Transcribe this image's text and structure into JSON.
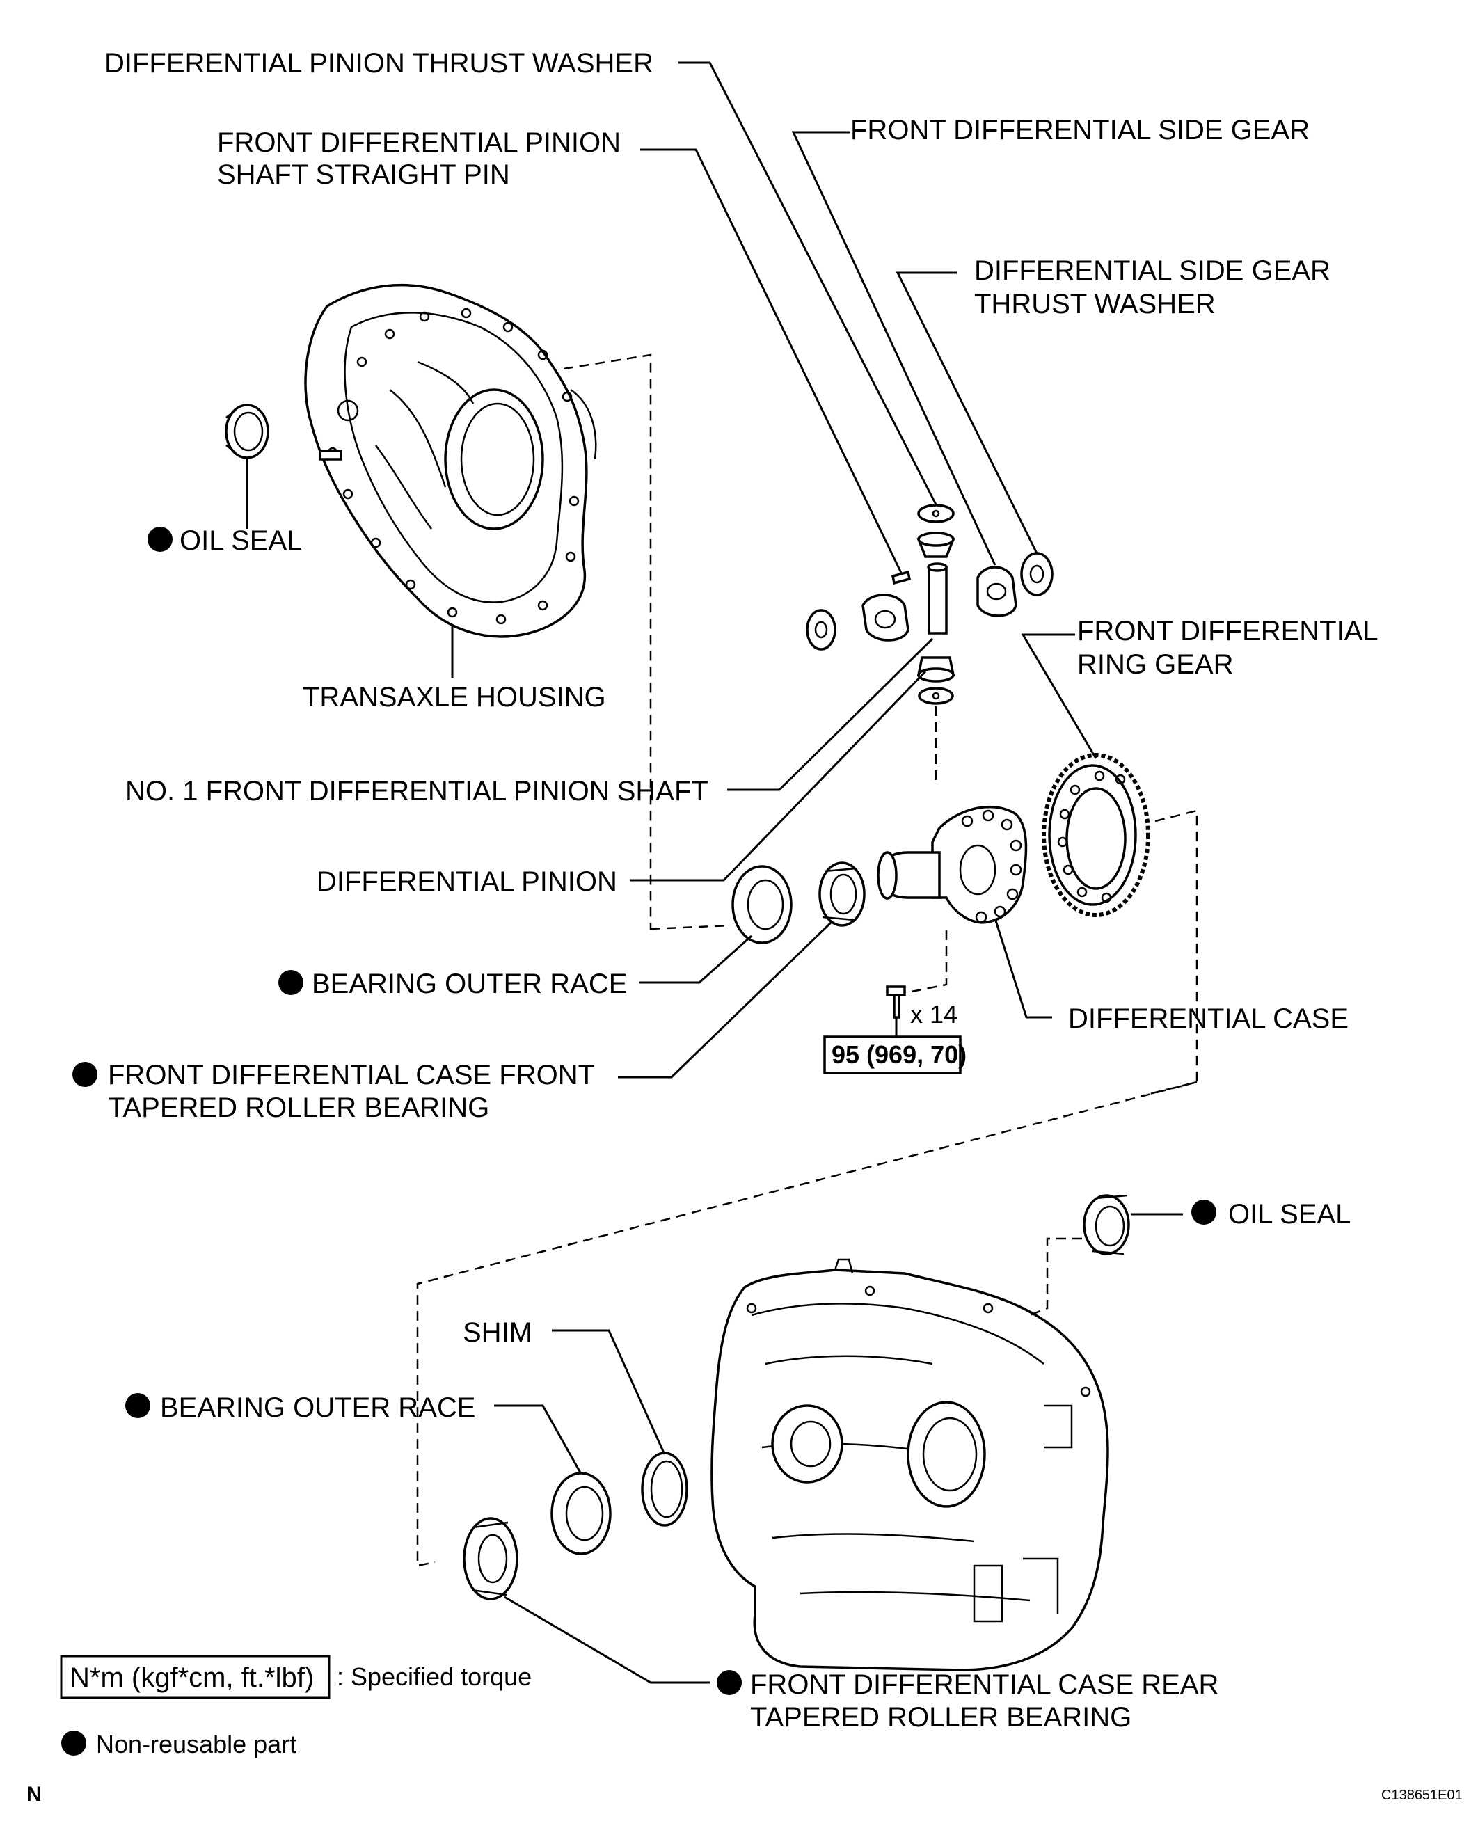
{
  "labels": {
    "pinion_thrust_washer": "DIFFERENTIAL PINION THRUST WASHER",
    "straight_pin_1": "FRONT DIFFERENTIAL PINION",
    "straight_pin_2": "SHAFT STRAIGHT PIN",
    "side_gear": "FRONT DIFFERENTIAL SIDE GEAR",
    "side_gear_thrust_washer_1": "DIFFERENTIAL SIDE GEAR",
    "side_gear_thrust_washer_2": "THRUST WASHER",
    "oil_seal_upper": "OIL SEAL",
    "transaxle_housing": "TRANSAXLE HOUSING",
    "ring_gear_1": "FRONT DIFFERENTIAL",
    "ring_gear_2": "RING GEAR",
    "pinion_shaft": "NO. 1 FRONT DIFFERENTIAL PINION SHAFT",
    "differential_pinion": "DIFFERENTIAL PINION",
    "bearing_outer_race_upper": "BEARING OUTER RACE",
    "differential_case": "DIFFERENTIAL CASE",
    "bolt_qty": "x 14",
    "torque_value": "95 (969, 70)",
    "front_bearing_1": "FRONT DIFFERENTIAL CASE FRONT",
    "front_bearing_2": "TAPERED ROLLER BEARING",
    "oil_seal_lower": "OIL SEAL",
    "shim": "SHIM",
    "bearing_outer_race_lower": "BEARING OUTER RACE",
    "rear_bearing_1": "FRONT DIFFERENTIAL CASE REAR",
    "rear_bearing_2": "TAPERED ROLLER BEARING"
  },
  "legend": {
    "torque_box": "N*m (kgf*cm, ft.*lbf)",
    "torque_desc": ": Specified torque",
    "non_reusable": "Non-reusable part"
  },
  "corner": {
    "left": "N",
    "right": "C138651E01"
  }
}
